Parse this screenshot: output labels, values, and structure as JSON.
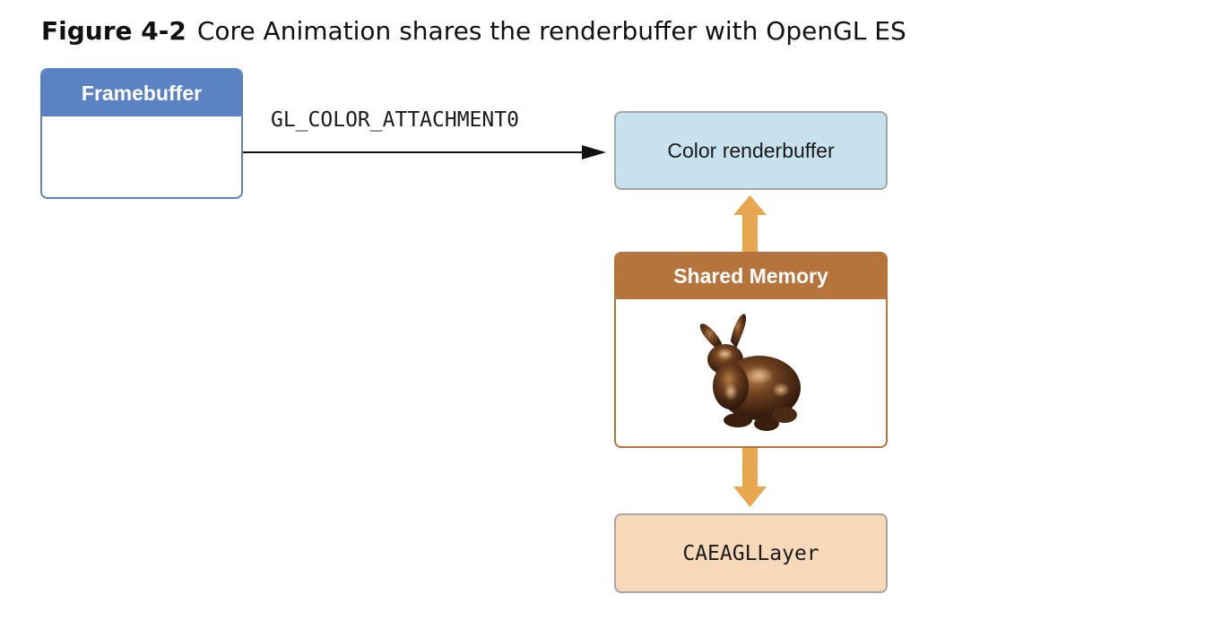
{
  "caption": {
    "figure_number": "Figure 4-2",
    "text": "Core Animation shares the renderbuffer with OpenGL ES"
  },
  "framebuffer": {
    "title": "Framebuffer"
  },
  "attachment": {
    "label": "GL_COLOR_ATTACHMENT0"
  },
  "color_renderbuffer": {
    "label": "Color renderbuffer"
  },
  "shared_memory": {
    "title": "Shared Memory",
    "image": "bunny-image"
  },
  "layer": {
    "label": "CAEAGLLayer"
  },
  "colors": {
    "framebuffer_accent": "#5b82c3",
    "renderbuffer_fill": "#c7e2ec",
    "shared_memory_accent": "#b5743b",
    "layer_fill": "#f7d9b9",
    "flow_arrow": "#e8a64e"
  }
}
